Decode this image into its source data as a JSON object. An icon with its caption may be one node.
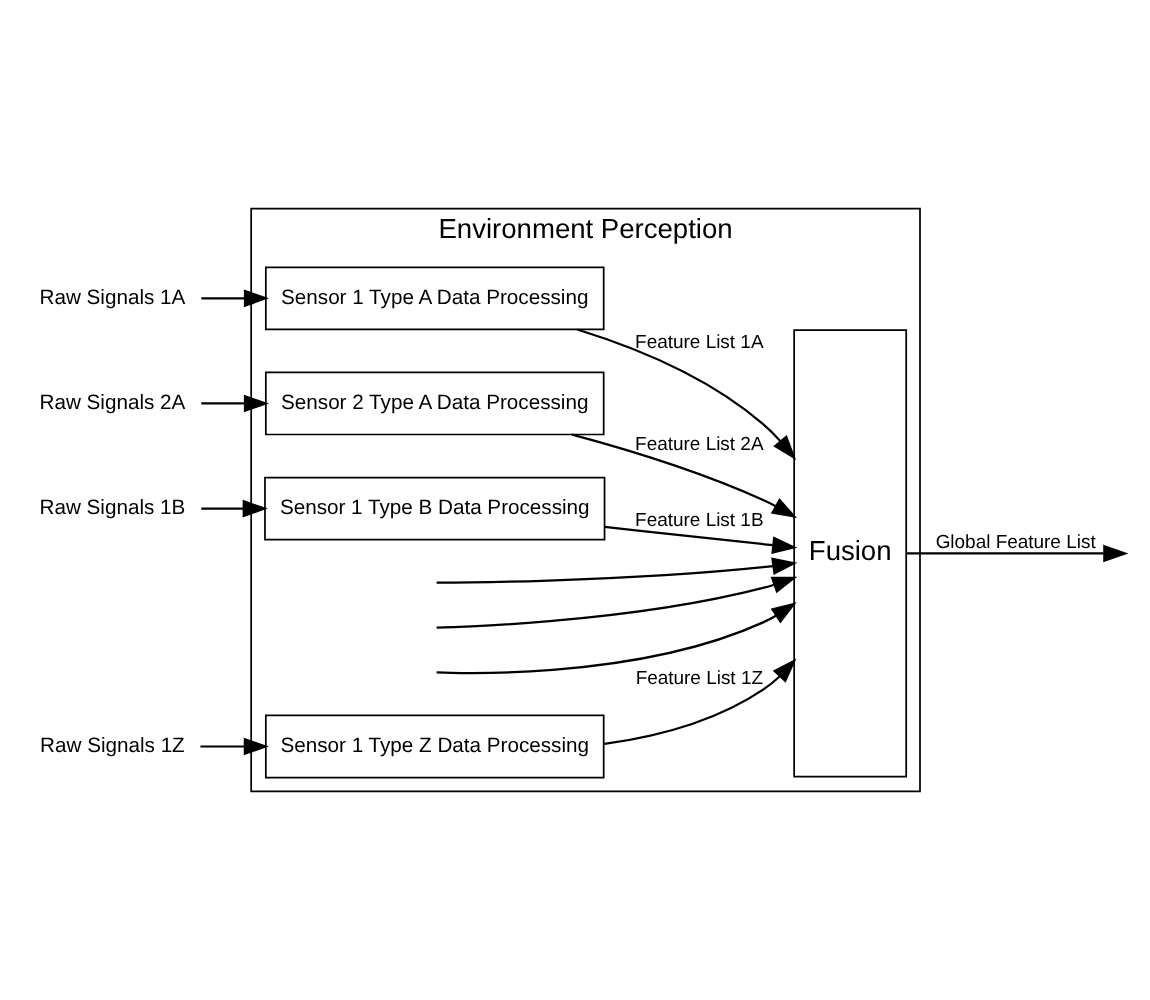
{
  "diagram": {
    "nodes": [
      {
        "text": [
          "Environment Perception"
        ]
      },
      {
        "text": [
          "Raw Signals 1A"
        ]
      },
      {
        "text": [
          "Sensor 1 Type A Data Processing"
        ],
        "in": 0
      },
      {
        "text": [
          "Raw Signals 2A"
        ]
      },
      {
        "text": [
          "Sensor 2 Type A Data Processing"
        ],
        "in": 0
      },
      {
        "text": [
          "Raw Signals 1B"
        ]
      },
      {
        "text": [
          "Sensor 1 Type B Data Processing"
        ],
        "in": 0
      },
      {
        "text": [
          "Raw Signals 1Z"
        ]
      },
      {
        "text": [
          "Sensor 1 Type Z Data Processing"
        ],
        "in": 0
      },
      {
        "text": [
          "Fusion"
        ],
        "in": 0
      }
    ],
    "edges": [
      {
        "from": 1,
        "to": 2,
        "arrow": "to"
      },
      {
        "from": 3,
        "to": 4,
        "arrow": "to"
      },
      {
        "from": 5,
        "to": 6,
        "arrow": "to"
      },
      {
        "from": 7,
        "to": 8,
        "arrow": "to"
      },
      {
        "from": 2,
        "to": 9,
        "arrow": "to",
        "label": "Feature List 1A"
      },
      {
        "from": 4,
        "to": 9,
        "arrow": "to",
        "label": "Feature List 2A"
      },
      {
        "from": 6,
        "to": 9,
        "arrow": "to",
        "label": "Feature List 1B"
      },
      {
        "from": null,
        "to": 9,
        "arrow": "to"
      },
      {
        "from": null,
        "to": 9,
        "arrow": "to"
      },
      {
        "from": null,
        "to": 9,
        "arrow": "to"
      },
      {
        "from": 8,
        "to": 9,
        "arrow": "to",
        "label": "Feature List 1Z"
      },
      {
        "from": 9,
        "to": null,
        "arrow": "to",
        "label": "Global Feature List"
      }
    ]
  }
}
